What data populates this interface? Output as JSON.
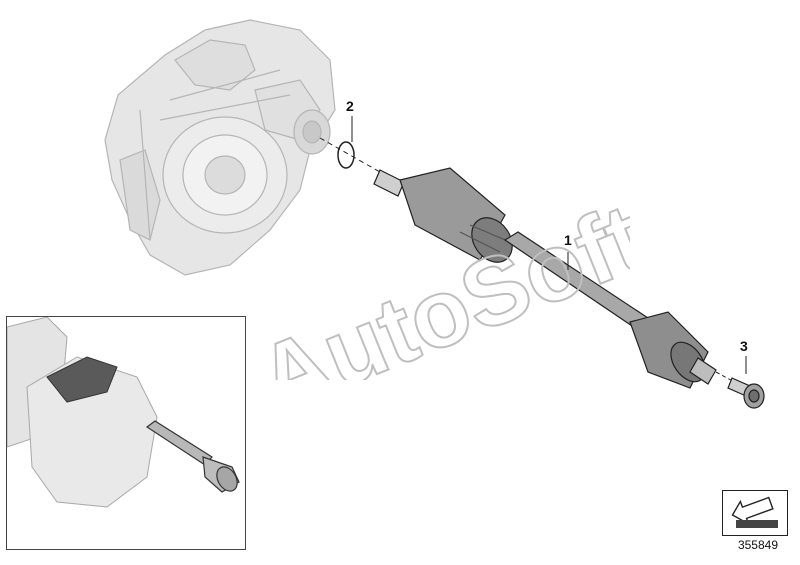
{
  "diagram": {
    "callouts": [
      {
        "id": "part-2",
        "label": "2"
      },
      {
        "id": "part-1",
        "label": "1"
      },
      {
        "id": "part-3",
        "label": "3"
      }
    ],
    "watermark_text": "AutoSoft",
    "reference_number": "355849",
    "icons": {
      "nav": "arrow-down-left-icon"
    }
  }
}
